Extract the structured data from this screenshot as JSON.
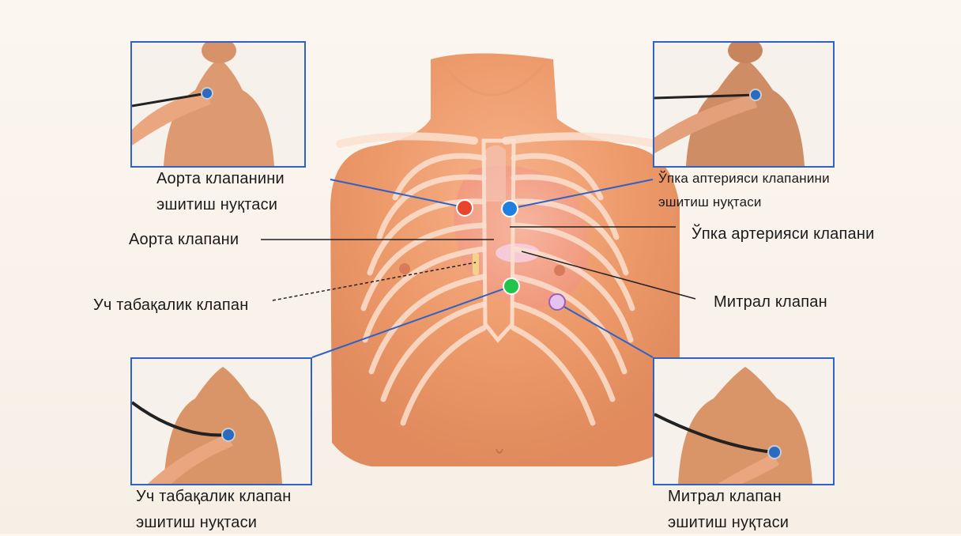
{
  "labels": {
    "aortic_point": [
      "Аорта клапанини",
      "эшитиш нуқтаси"
    ],
    "pulmonary_point": [
      "Ўпка аптерияси клапанини",
      "эшитиш нуқтаси"
    ],
    "aortic_valve": "Аорта клапани",
    "pulmonary_valve": "Ўпка артерияси клапани",
    "tricuspid_valve": "Уч табақалик клапан",
    "mitral_valve": "Митрал клапан",
    "tricuspid_point": [
      "Уч табақалик клапан",
      "эшитиш нуқтаси"
    ],
    "mitral_point": [
      "Митрал клапан",
      "эшитиш нуқтаси"
    ]
  },
  "markers": {
    "aortic": "#e8452c",
    "pulmonary": "#1f7fe0",
    "tricuspid": "#22c44a",
    "mitral": "#e6c2f0"
  },
  "colors": {
    "frame": "#2f62c4",
    "skin": "#f1a27a",
    "rib": "#fbe0cf"
  }
}
